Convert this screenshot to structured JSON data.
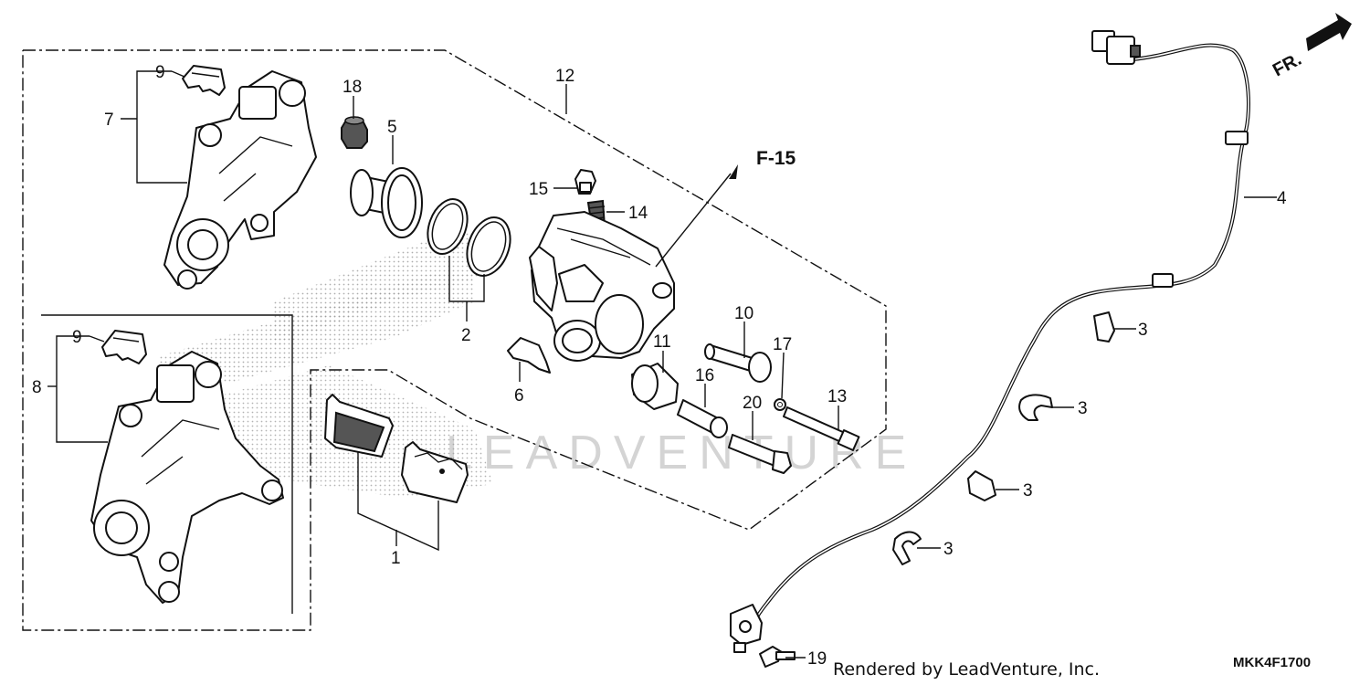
{
  "diagram": {
    "callouts": [
      {
        "id": "1",
        "label": "1"
      },
      {
        "id": "2",
        "label": "2"
      },
      {
        "id": "3a",
        "label": "3"
      },
      {
        "id": "3b",
        "label": "3"
      },
      {
        "id": "3c",
        "label": "3"
      },
      {
        "id": "3d",
        "label": "3"
      },
      {
        "id": "4",
        "label": "4"
      },
      {
        "id": "5",
        "label": "5"
      },
      {
        "id": "6",
        "label": "6"
      },
      {
        "id": "7",
        "label": "7"
      },
      {
        "id": "8",
        "label": "8"
      },
      {
        "id": "9a",
        "label": "9"
      },
      {
        "id": "9b",
        "label": "9"
      },
      {
        "id": "10",
        "label": "10"
      },
      {
        "id": "11",
        "label": "11"
      },
      {
        "id": "12",
        "label": "12"
      },
      {
        "id": "13",
        "label": "13"
      },
      {
        "id": "14",
        "label": "14"
      },
      {
        "id": "15",
        "label": "15"
      },
      {
        "id": "16",
        "label": "16"
      },
      {
        "id": "17",
        "label": "17"
      },
      {
        "id": "18",
        "label": "18"
      },
      {
        "id": "19",
        "label": "19"
      },
      {
        "id": "20",
        "label": "20"
      }
    ],
    "reference": "F-15",
    "direction_label": "FR.",
    "credit": "Rendered by LeadVenture, Inc.",
    "diagram_code": "MKK4F1700",
    "watermark": "LEADVENTURE"
  }
}
